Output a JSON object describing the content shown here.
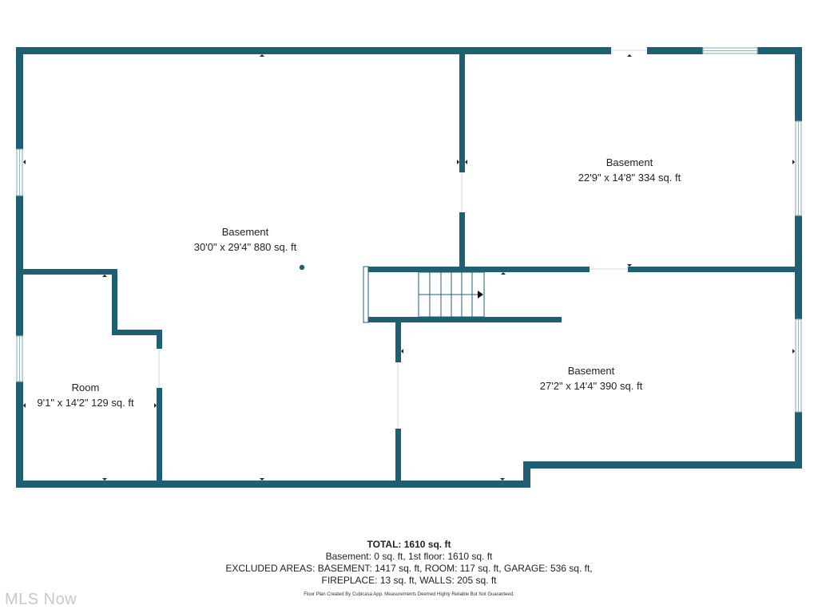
{
  "colors": {
    "wall": "#1f5f74",
    "window": "#9ab8c2",
    "text": "#222222"
  },
  "rooms": [
    {
      "id": "basement-main",
      "name": "Basement",
      "dims": "30'0\" x 29'4\" 880 sq. ft"
    },
    {
      "id": "basement-ne",
      "name": "Basement",
      "dims": "22'9\" x 14'8\" 334 sq. ft"
    },
    {
      "id": "basement-se",
      "name": "Basement",
      "dims": "27'2\" x 14'4\" 390 sq. ft"
    },
    {
      "id": "room",
      "name": "Room",
      "dims": "9'1\" x 14'2\" 129 sq. ft"
    }
  ],
  "summary": {
    "total": "TOTAL: 1610 sq. ft",
    "line1": "Basement: 0 sq. ft, 1st floor: 1610 sq. ft",
    "line2": "EXCLUDED AREAS: BASEMENT: 1417 sq. ft, ROOM: 117 sq. ft, GARAGE: 536 sq. ft,",
    "line3": "FIREPLACE: 13 sq. ft, WALLS: 205 sq. ft",
    "credit": "Floor Plan Created By Cubicasa App. Measurements Deemed Highly Reliable But Not Guaranteed."
  },
  "watermark": "MLS Now"
}
